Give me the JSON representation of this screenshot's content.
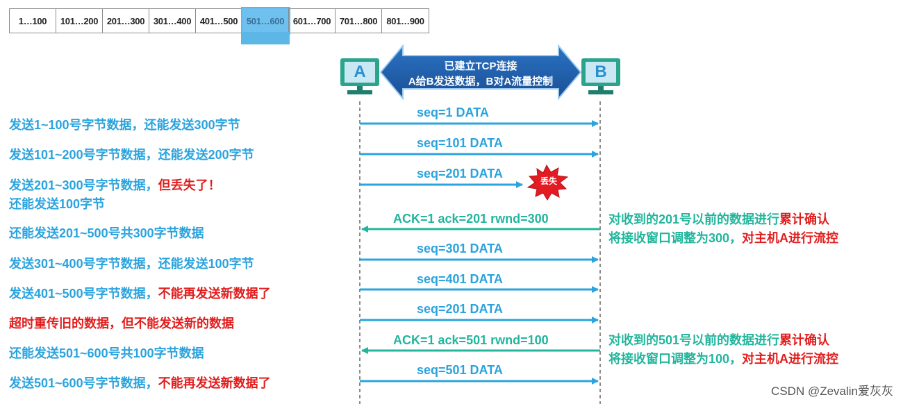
{
  "ranges": [
    "1…100",
    "101…200",
    "201…300",
    "301…400",
    "401…500",
    "501…600",
    "601…700",
    "701…800",
    "801…900"
  ],
  "header": {
    "line1": "已建立TCP连接",
    "line2": "A给B发送数据，B对A流量控制"
  },
  "hosts": {
    "a": "A",
    "b": "B"
  },
  "desc": {
    "d1": "发送1~100号字节数据，还能发送300字节",
    "d2": "发送101~200号字节数据，还能发送200字节",
    "d3a": "发送201~300号字节数据，",
    "d3b": "但丢失了",
    "d3c": "！",
    "d3d": "还能发送100字节",
    "d4": "还能发送201~500号共300字节数据",
    "d5": "发送301~400号字节数据，还能发送100字节",
    "d6a": "发送401~500号字节数据，",
    "d6b": "不能再发送新数据了",
    "d7a": "超时重传",
    "d7b": "旧的数据，但不能发送新的数据",
    "d8": "还能发送501~600号共100字节数据",
    "d9a": "发送501~600号字节数据，",
    "d9b": "不能再发送新数据了"
  },
  "messages": {
    "m1": "seq=1   DATA",
    "m2": "seq=101   DATA",
    "m3": "seq=201   DATA",
    "lost": "丢失",
    "ack1": "ACK=1   ack=201    rwnd=300",
    "m4": "seq=301   DATA",
    "m5": "seq=401   DATA",
    "m6": "seq=201   DATA",
    "ack2": "ACK=1   ack=501    rwnd=100",
    "m7": "seq=501   DATA"
  },
  "notes": {
    "n1a": "对收到的201号以前的数据进行",
    "n1b": "累计确认",
    "n1c": "将接收窗口调整为300，",
    "n1d": "对主机A进行流控",
    "n2a": "对收到的501号以前的数据进行",
    "n2b": "累计确认",
    "n2c": "将接收窗口调整为100，",
    "n2d": "对主机A进行流控"
  },
  "watermark": "CSDN @Zevalin爱灰灰",
  "colors": {
    "blue": "#2aa3de",
    "green": "#22b59c",
    "red": "#e11d1d",
    "header": "#1f5fa8"
  }
}
